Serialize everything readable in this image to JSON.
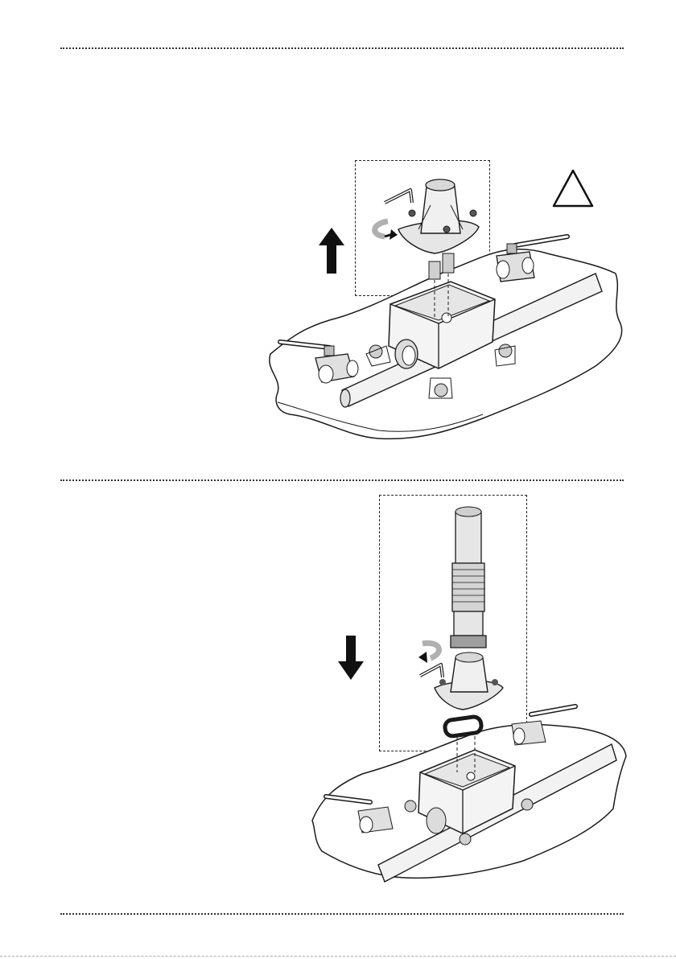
{
  "page": {
    "sections": [
      {
        "name": "removal-step",
        "direction": "up",
        "warning_symbol": "warning-triangle-icon"
      },
      {
        "name": "installation-step",
        "direction": "down"
      }
    ],
    "colors": {
      "line": "#1a1a1a",
      "fill_light": "#e6e6e6",
      "fill_mid": "#bdbdbd",
      "arrow": "#111111"
    },
    "icons": [
      "arrow-up-icon",
      "arrow-down-icon",
      "rotate-ccw-icon",
      "rotate-cw-icon",
      "hex-key-icon",
      "warning-triangle-icon"
    ]
  }
}
